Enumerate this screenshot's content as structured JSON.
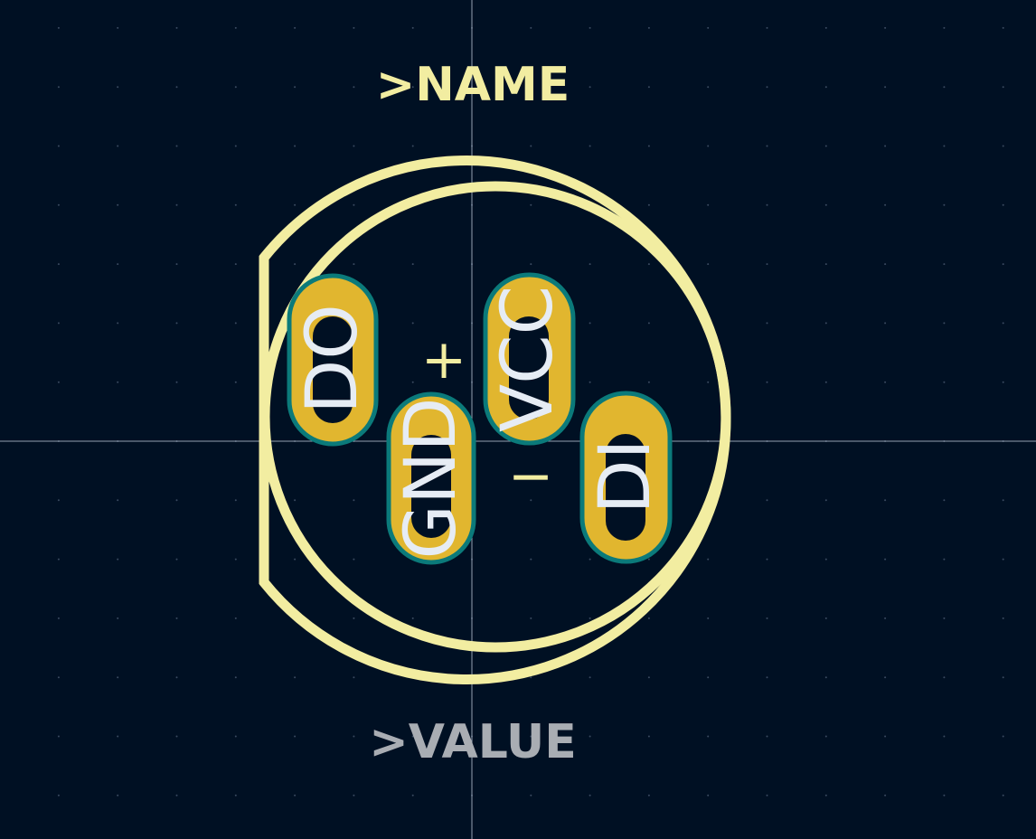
{
  "colors": {
    "background": "#001023",
    "grid_dot": "#3a4a60",
    "crosshair": "#b8c4d6",
    "silkscreen": "#f2eda1",
    "value_text": "#a9adb3",
    "pad_fill": "#e1b62f",
    "pad_outline": "#0b7a7a",
    "drill": "#001023",
    "pad_label": "#e6ecf4"
  },
  "labels": {
    "name": ">NAME",
    "value": ">VALUE",
    "plus": "+",
    "minus": "−"
  },
  "pads": [
    {
      "id": "pad-do",
      "label": "DO"
    },
    {
      "id": "pad-gnd",
      "label": "GND"
    },
    {
      "id": "pad-vcc",
      "label": "VCC"
    },
    {
      "id": "pad-di",
      "label": "DI"
    }
  ]
}
